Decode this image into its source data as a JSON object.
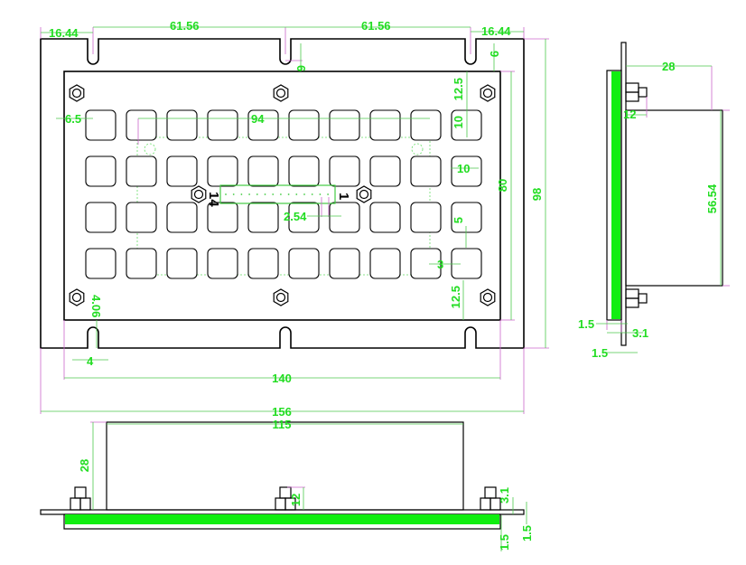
{
  "drawing": {
    "title": "Metal keypad 4x10 mechanical drawing",
    "colors": {
      "dimension": "#22dd22",
      "extension": "#cc66cc",
      "outline": "#000000",
      "pcb_fill": "#11ee11"
    },
    "front_view": {
      "keys_rows": 4,
      "keys_cols": 10,
      "dims": {
        "slot_edge_left": "16.44",
        "slot_pitch_left": "61.56",
        "slot_pitch_right": "61.56",
        "slot_edge_right": "16.44",
        "slot_depth": "6",
        "top_margin": "9",
        "key_top_margin": "12.5",
        "key_height": "10",
        "key_width": "10",
        "key_left_margin": "6.5",
        "pcb_width": "94",
        "key_gap_v": "5",
        "key_gap_h": "3",
        "key_bottom_margin": "12.5",
        "inner_height": "80",
        "outer_height": "98",
        "slot_bottom": "4.06",
        "slot_width": "4",
        "inner_width": "140",
        "outer_width": "156",
        "pin_pitch": "2.54"
      },
      "connector_pin_first": "1",
      "connector_pin_last": "14"
    },
    "side_view": {
      "dims": {
        "depth": "28",
        "stud": "12",
        "box_height": "56.54",
        "plate_a": "1.5",
        "plate_total": "3.1",
        "plate_b": "1.5"
      }
    },
    "bottom_view": {
      "dims": {
        "box_width": "115",
        "depth": "28",
        "stud": "12",
        "plate_total": "3.1",
        "plate_a": "1.5",
        "plate_b": "1.5"
      }
    }
  }
}
